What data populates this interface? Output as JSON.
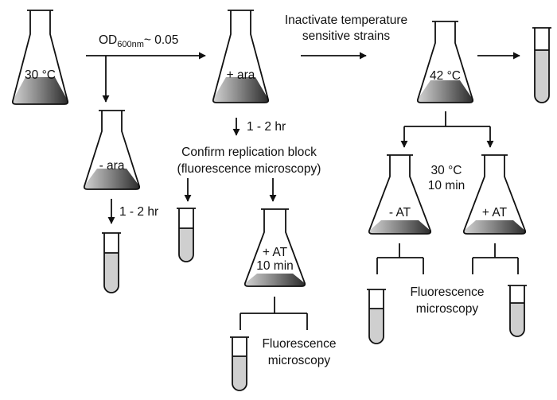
{
  "colors": {
    "line": "#111111",
    "liquid_dark": "#2a2a2a",
    "liquid_light": "#d4d4d4",
    "tube_fill": "#cfcfcf",
    "background": "#ffffff"
  },
  "icons": [
    "erlenmeyer-flask-icon",
    "test-tube-icon",
    "arrow-icon"
  ],
  "flasks": {
    "start": {
      "label": "30 °C"
    },
    "induced": {
      "label": "+ ara"
    },
    "control": {
      "label": "- ara"
    },
    "heat": {
      "label": "42 °C"
    },
    "at_treated": {
      "label_line1": "+ AT",
      "label_line2": "10 min"
    },
    "minus_at": {
      "label": "- AT"
    },
    "plus_at": {
      "label": "+ AT"
    }
  },
  "labels": {
    "od_main": "OD",
    "od_sub": "600nm",
    "od_tail": "~ 0.05",
    "inactivate_line1": "Inactivate temperature",
    "inactivate_line2": "sensitive strains",
    "time_induced": "1 - 2 hr",
    "time_control": "1 - 2 hr",
    "confirm_line1": "Confirm replication block",
    "confirm_line2": "(fluorescence microscopy)",
    "recovery_line1": "30 °C",
    "recovery_line2": "10 min",
    "fluor_bottom_line1": "Fluorescence",
    "fluor_bottom_line2": "microscopy",
    "fluor_right_line1": "Fluorescence",
    "fluor_right_line2": "microscopy"
  }
}
